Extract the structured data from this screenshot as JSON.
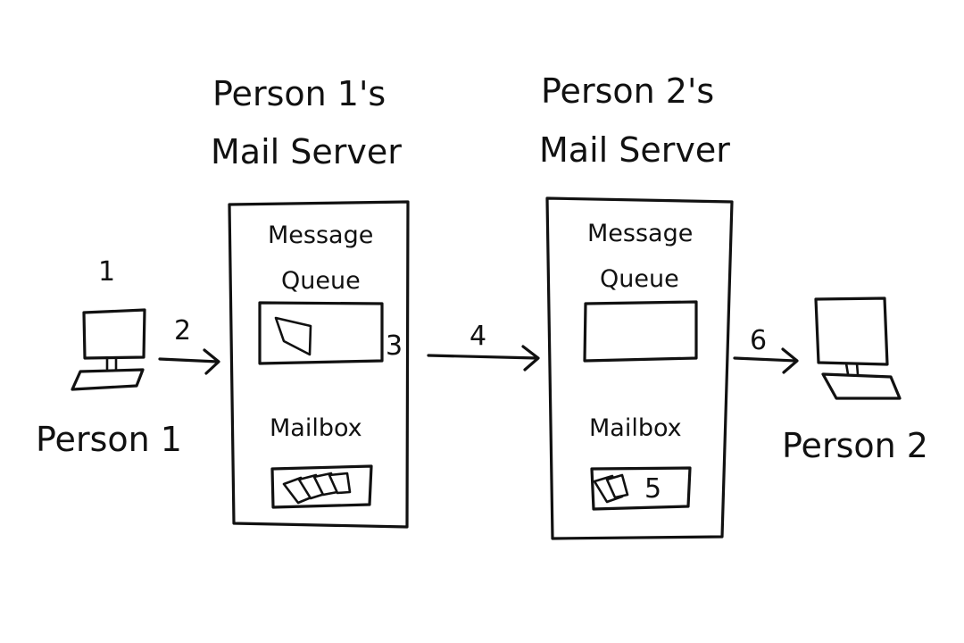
{
  "servers": [
    {
      "title_line1": "Person 1's",
      "title_line2": "Mail Server",
      "queue_line1": "Message",
      "queue_line2": "Queue",
      "mailbox_label": "Mailbox"
    },
    {
      "title_line1": "Person 2's",
      "title_line2": "Mail Server",
      "queue_line1": "Message",
      "queue_line2": "Queue",
      "mailbox_label": "Mailbox"
    }
  ],
  "people": {
    "sender": "Person 1",
    "receiver": "Person 2"
  },
  "steps": [
    "1",
    "2",
    "3",
    "4",
    "5",
    "6"
  ],
  "icons": [
    "computer-icon",
    "envelope-icon",
    "right-arrow-icon"
  ]
}
